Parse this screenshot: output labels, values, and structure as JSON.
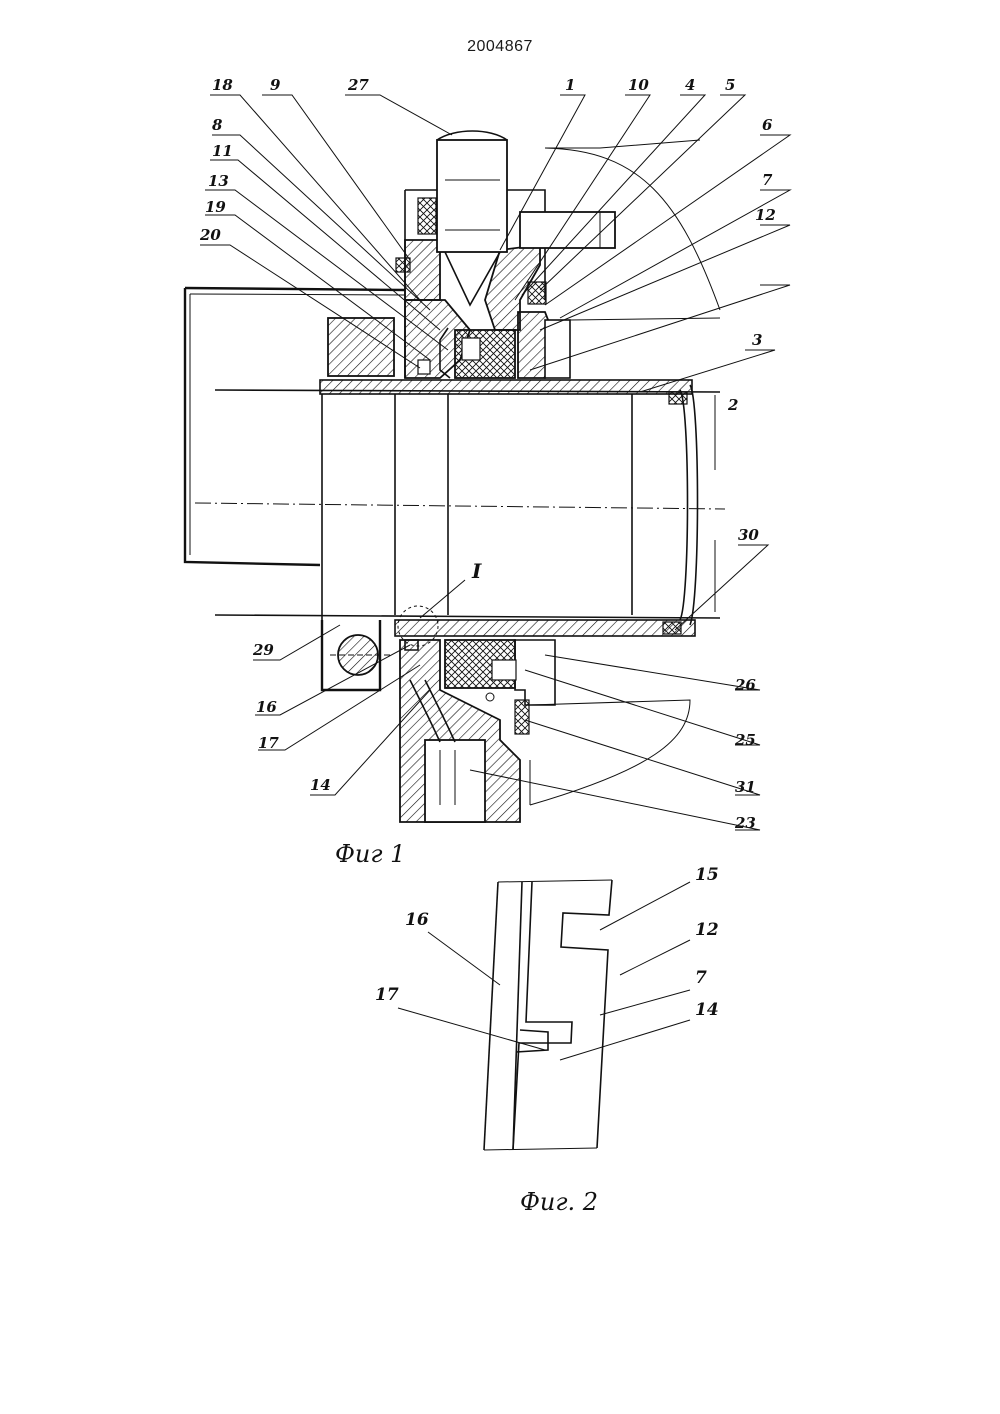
{
  "patent_number": "2004867",
  "figure1": {
    "caption": "Фиг 1",
    "section_mark": "I",
    "labels": {
      "l1": "1",
      "l2": "2",
      "l3": "3",
      "l4": "4",
      "l5": "5",
      "l6": "6",
      "l7": "7",
      "l8": "8",
      "l9": "9",
      "l10": "10",
      "l11": "11",
      "l12": "12",
      "l13": "13",
      "l14": "14",
      "l16": "16",
      "l17": "17",
      "l18": "18",
      "l19": "19",
      "l20": "20",
      "l23": "23",
      "l25": "25",
      "l26": "26",
      "l27": "27",
      "l29": "29",
      "l30": "30",
      "l31": "31"
    }
  },
  "figure2": {
    "caption": "Фиг. 2",
    "labels": {
      "l7": "7",
      "l12": "12",
      "l14": "14",
      "l15": "15",
      "l16": "16",
      "l17": "17"
    }
  }
}
